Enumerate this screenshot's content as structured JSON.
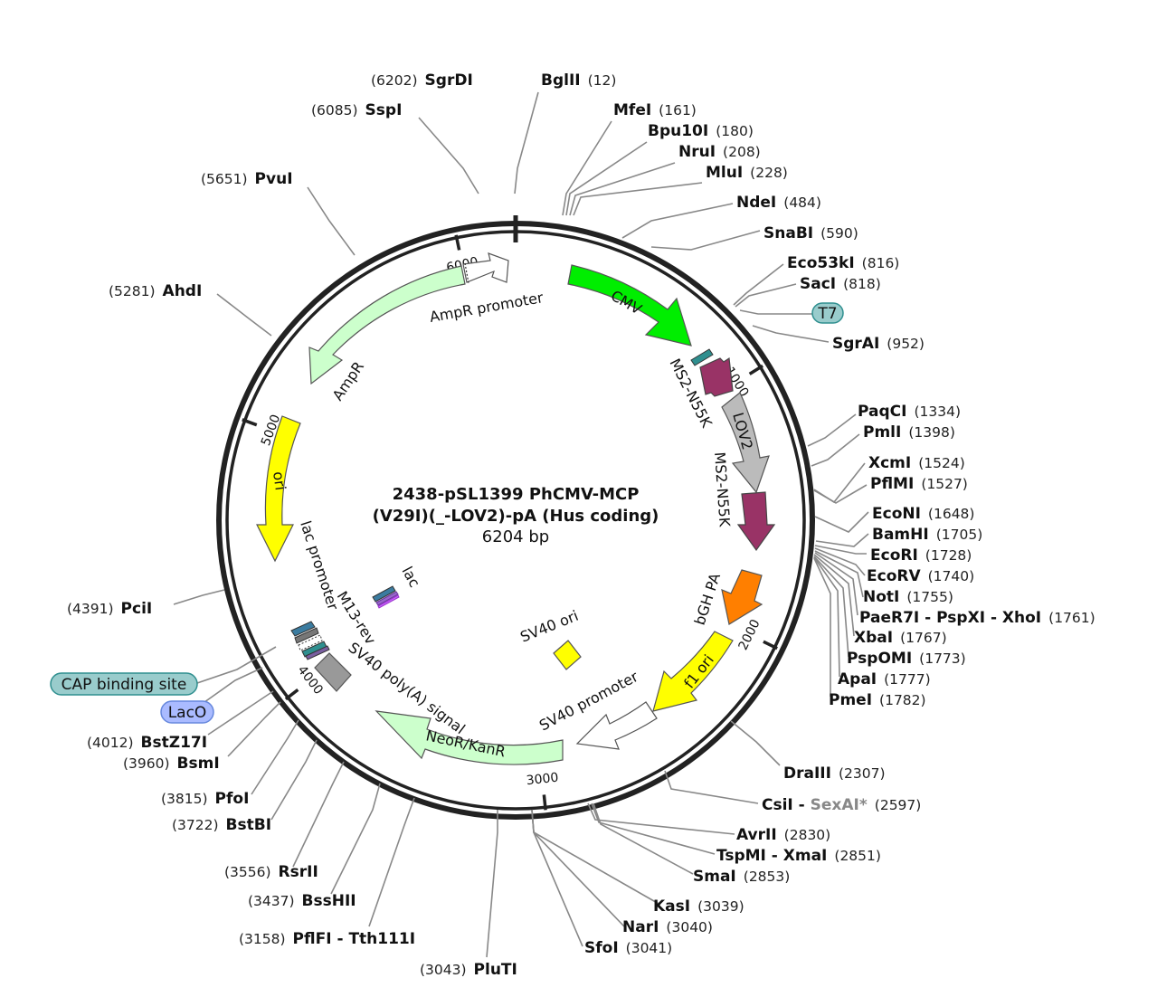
{
  "plasmid": {
    "name_line1": "2438-pSL1399 PhCMV-MCP",
    "name_line2": "(V29I)(_-LOV2)-pA (Hus coding)",
    "size": "6204 bp"
  },
  "ticks": [
    {
      "label": "1000",
      "angle": 58.0
    },
    {
      "label": "2000",
      "angle": 116.1
    },
    {
      "label": "3000",
      "angle": 174.1
    },
    {
      "label": "4000",
      "angle": 232.1
    },
    {
      "label": "5000",
      "angle": 290.2
    },
    {
      "label": "6000",
      "angle": 348.2
    }
  ],
  "features": [
    {
      "id": "cmv",
      "label": "CMV",
      "color": "#00ee00"
    },
    {
      "id": "ms2a",
      "label": "MS2-N55K",
      "color": "#993366"
    },
    {
      "id": "lov2",
      "label": "LOV2",
      "color": "#bbbbbb"
    },
    {
      "id": "ms2b",
      "label": "MS2-N55K",
      "color": "#993366"
    },
    {
      "id": "bgh",
      "label": "bGH PA",
      "color": "#ff7f00"
    },
    {
      "id": "f1ori",
      "label": "f1 ori",
      "color": "#ffff00"
    },
    {
      "id": "sv40p",
      "label": "SV40 promoter",
      "color": "#ffffff"
    },
    {
      "id": "neor",
      "label": "NeoR/KanR",
      "color": "#ccffcc"
    },
    {
      "id": "sv40pa",
      "label": "SV40 poly(A) signal",
      "color": "#999999"
    },
    {
      "id": "m13",
      "label": "M13-rev",
      "color": "#3366aa"
    },
    {
      "id": "lacp",
      "label": "lac promoter",
      "color": "#ffffff"
    },
    {
      "id": "lac",
      "label": "lac",
      "color": "#3366aa"
    },
    {
      "id": "ori",
      "label": "ori",
      "color": "#ffff00"
    },
    {
      "id": "ampr",
      "label": "AmpR",
      "color": "#ccffcc"
    },
    {
      "id": "amprp",
      "label": "AmpR promoter",
      "color": "#ffffff"
    },
    {
      "id": "sv40ori",
      "label": "SV40 ori",
      "color": "#ffff00"
    }
  ],
  "sites": [
    {
      "name": "SgrDI",
      "pos": "(6202)"
    },
    {
      "name": "BglII",
      "pos": "(12)"
    },
    {
      "name": "MfeI",
      "pos": "(161)"
    },
    {
      "name": "Bpu10I",
      "pos": "(180)"
    },
    {
      "name": "NruI",
      "pos": "(208)"
    },
    {
      "name": "MluI",
      "pos": "(228)"
    },
    {
      "name": "NdeI",
      "pos": "(484)"
    },
    {
      "name": "SnaBI",
      "pos": "(590)"
    },
    {
      "name": "Eco53kI",
      "pos": "(816)"
    },
    {
      "name": "SacI",
      "pos": "(818)"
    },
    {
      "name": "SgrAI",
      "pos": "(952)"
    },
    {
      "name": "PaqCI",
      "pos": "(1334)"
    },
    {
      "name": "PmlI",
      "pos": "(1398)"
    },
    {
      "name": "XcmI",
      "pos": "(1524)"
    },
    {
      "name": "PflMI",
      "pos": "(1527)"
    },
    {
      "name": "EcoNI",
      "pos": "(1648)"
    },
    {
      "name": "BamHI",
      "pos": "(1705)"
    },
    {
      "name": "EcoRI",
      "pos": "(1728)"
    },
    {
      "name": "EcoRV",
      "pos": "(1740)"
    },
    {
      "name": "NotI",
      "pos": "(1755)"
    },
    {
      "name": "PaeR7I - PspXI - XhoI",
      "pos": "(1761)"
    },
    {
      "name": "XbaI",
      "pos": "(1767)"
    },
    {
      "name": "PspOMI",
      "pos": "(1773)"
    },
    {
      "name": "ApaI",
      "pos": "(1777)"
    },
    {
      "name": "PmeI",
      "pos": "(1782)"
    },
    {
      "name": "DraIII",
      "pos": "(2307)"
    },
    {
      "name": "CsiI",
      "alt": "SexAI*",
      "pos": "(2597)"
    },
    {
      "name": "AvrII",
      "pos": "(2830)"
    },
    {
      "name": "TspMI - XmaI",
      "pos": "(2851)"
    },
    {
      "name": "SmaI",
      "pos": "(2853)"
    },
    {
      "name": "KasI",
      "pos": "(3039)"
    },
    {
      "name": "NarI",
      "pos": "(3040)"
    },
    {
      "name": "SfoI",
      "pos": "(3041)"
    },
    {
      "name": "PluTI",
      "pos": "(3043)"
    },
    {
      "name": "PflFI - Tth111I",
      "pos": "(3158)"
    },
    {
      "name": "BssHII",
      "pos": "(3437)"
    },
    {
      "name": "RsrII",
      "pos": "(3556)"
    },
    {
      "name": "BstBI",
      "pos": "(3722)"
    },
    {
      "name": "PfoI",
      "pos": "(3815)"
    },
    {
      "name": "BsmI",
      "pos": "(3960)"
    },
    {
      "name": "BstZ17I",
      "pos": "(4012)"
    },
    {
      "name": "PciI",
      "pos": "(4391)"
    },
    {
      "name": "AhdI",
      "pos": "(5281)"
    },
    {
      "name": "PvuI",
      "pos": "(5651)"
    },
    {
      "name": "SspI",
      "pos": "(6085)"
    }
  ],
  "badges": [
    {
      "label": "T7",
      "color": "#99cccc"
    },
    {
      "label": "CAP binding site",
      "color": "#99cccc"
    },
    {
      "label": "LacO",
      "color": "#aabbff"
    }
  ]
}
